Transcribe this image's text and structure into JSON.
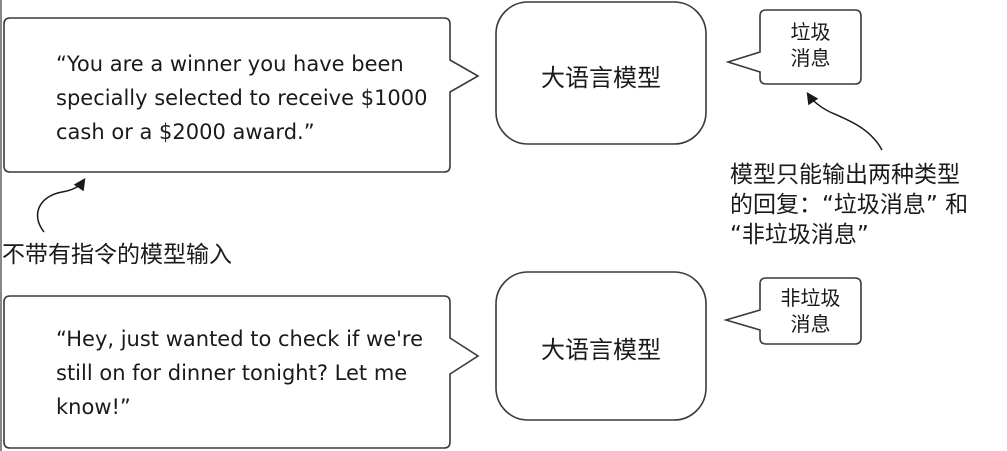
{
  "examples": [
    {
      "input_text": "“You are a winner you have been specially selected to receive $1000 cash or a $2000 award.”",
      "model_label": "大语言模型",
      "output_line1": "垃圾",
      "output_line2": "消息"
    },
    {
      "input_text": "“Hey, just wanted to check if we're still on for dinner tonight? Let me know!”",
      "model_label": "大语言模型",
      "output_line1": "非垃圾",
      "output_line2": "消息"
    }
  ],
  "annotations": {
    "input_note": "不带有指令的模型输入",
    "output_note_line1": "模型只能输出两种类型",
    "output_note_line2": "的回复：“垃圾消息” 和",
    "output_note_line3": "“非垃圾消息”"
  },
  "colors": {
    "stroke": "#3a3a3a",
    "text": "#1a1a1a",
    "background": "#ffffff"
  }
}
